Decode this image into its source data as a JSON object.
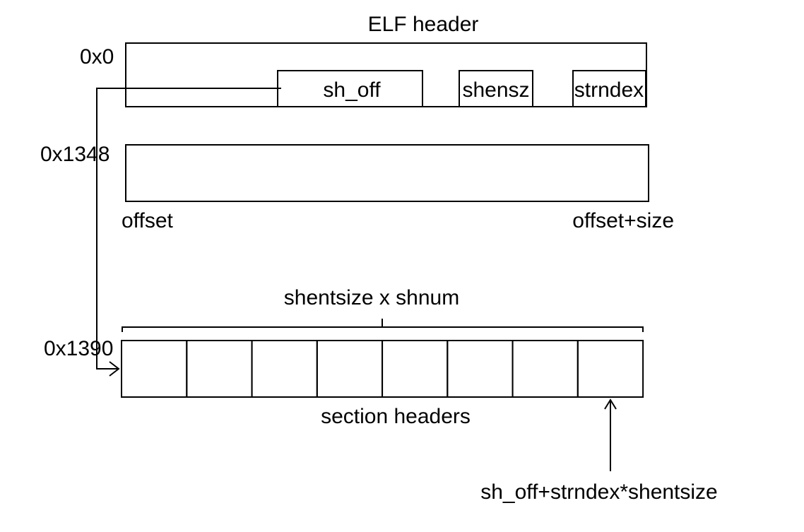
{
  "elf_header": {
    "title": "ELF header",
    "address": "0x0",
    "fields": {
      "sh_off": "sh_off",
      "shensz": "shensz",
      "strndex": "strndex"
    }
  },
  "section": {
    "address": "0x1348",
    "start_label": "offset",
    "end_label": "offset+size"
  },
  "section_headers": {
    "address": "0x1390",
    "size_label": "shentsize x shnum",
    "label": "section headers",
    "entry_count": 8,
    "pointer_label": "sh_off+strndex*shentsize"
  }
}
